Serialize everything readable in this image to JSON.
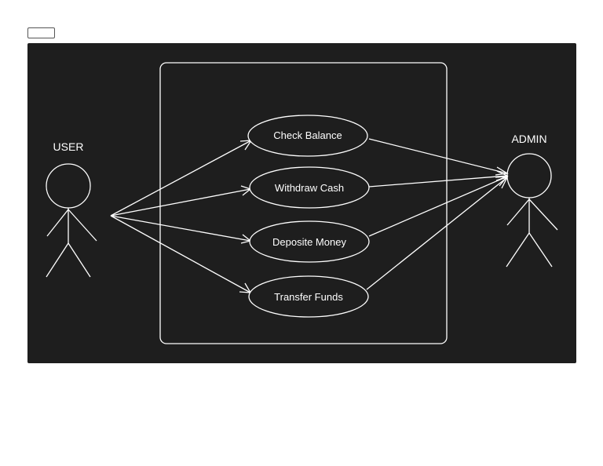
{
  "actors": {
    "user": {
      "label": "USER"
    },
    "admin": {
      "label": "ADMIN"
    }
  },
  "use_cases": [
    {
      "label": "Check Balance"
    },
    {
      "label": "Withdraw Cash"
    },
    {
      "label": "Deposite Money"
    },
    {
      "label": "Transfer Funds"
    }
  ],
  "colors": {
    "canvas": "#1e1e1e",
    "stroke": "#ffffff"
  }
}
